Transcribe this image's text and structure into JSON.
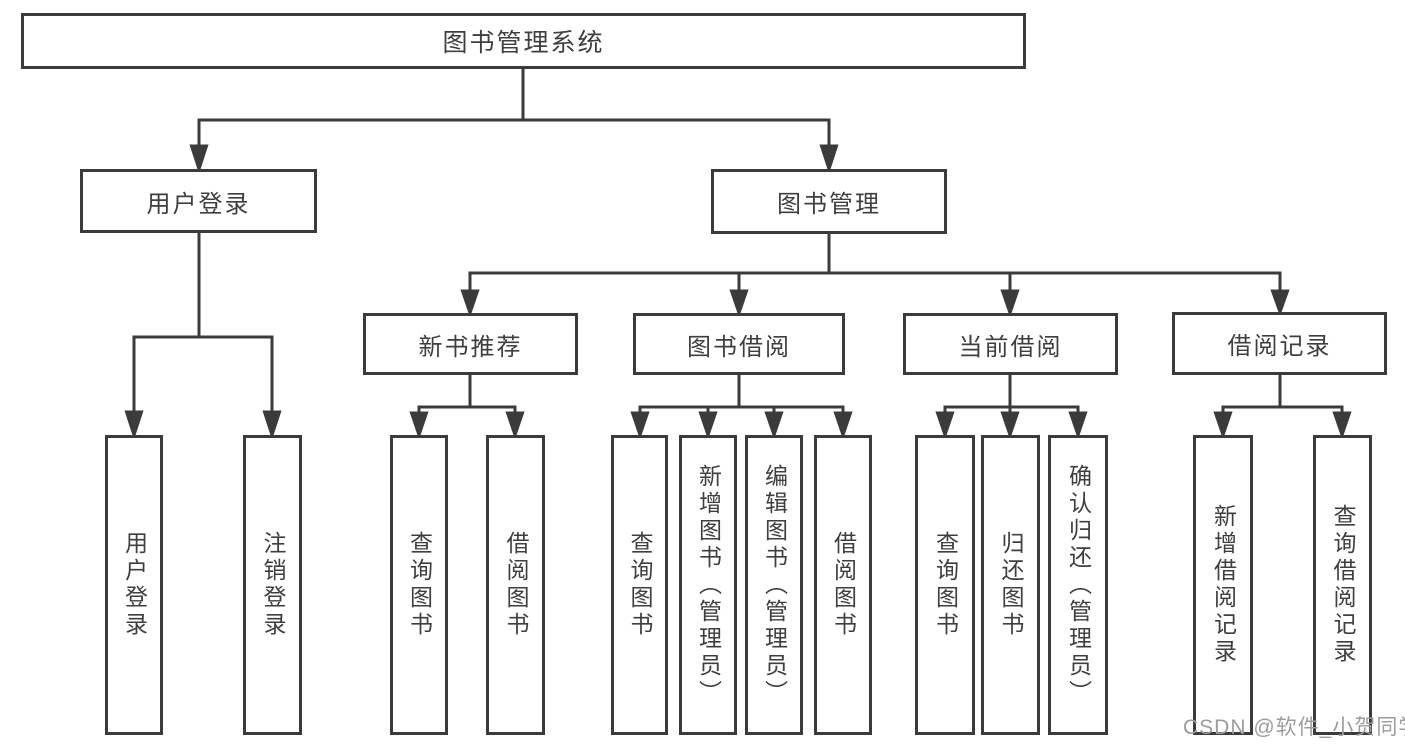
{
  "diagram": {
    "root": {
      "label": "图书管理系统"
    },
    "level2": [
      {
        "id": "user-login",
        "label": "用户登录",
        "parent": "图书管理系统"
      },
      {
        "id": "book-management",
        "label": "图书管理",
        "parent": "图书管理系统"
      }
    ],
    "level3": [
      {
        "id": "new-book-recommend",
        "label": "新书推荐",
        "parent": "图书管理"
      },
      {
        "id": "book-borrowing",
        "label": "图书借阅",
        "parent": "图书管理"
      },
      {
        "id": "current-borrowing",
        "label": "当前借阅",
        "parent": "图书管理"
      },
      {
        "id": "borrowing-records",
        "label": "借阅记录",
        "parent": "图书管理"
      }
    ],
    "leaves": [
      {
        "label": "用户登录",
        "parent": "用户登录"
      },
      {
        "label": "注销登录",
        "parent": "用户登录"
      },
      {
        "label": "查询图书",
        "parent": "新书推荐"
      },
      {
        "label": "借阅图书",
        "parent": "新书推荐"
      },
      {
        "label": "查询图书",
        "parent": "图书借阅"
      },
      {
        "label": "新增图书（管理员）",
        "parent": "图书借阅"
      },
      {
        "label": "编辑图书（管理员）",
        "parent": "图书借阅"
      },
      {
        "label": "借阅图书",
        "parent": "图书借阅"
      },
      {
        "label": "查询图书",
        "parent": "当前借阅"
      },
      {
        "label": "归还图书",
        "parent": "当前借阅"
      },
      {
        "label": "确认归还（管理员）",
        "parent": "当前借阅"
      },
      {
        "label": "新增借阅记录",
        "parent": "借阅记录"
      },
      {
        "label": "查询借阅记录",
        "parent": "借阅记录"
      }
    ],
    "watermark": "CSDN @软件_小贺同学",
    "colors": {
      "line": "#3b3b3b",
      "text": "#3f3f3f",
      "watermark": "#9d9d9d",
      "background": "#ffffff"
    }
  }
}
